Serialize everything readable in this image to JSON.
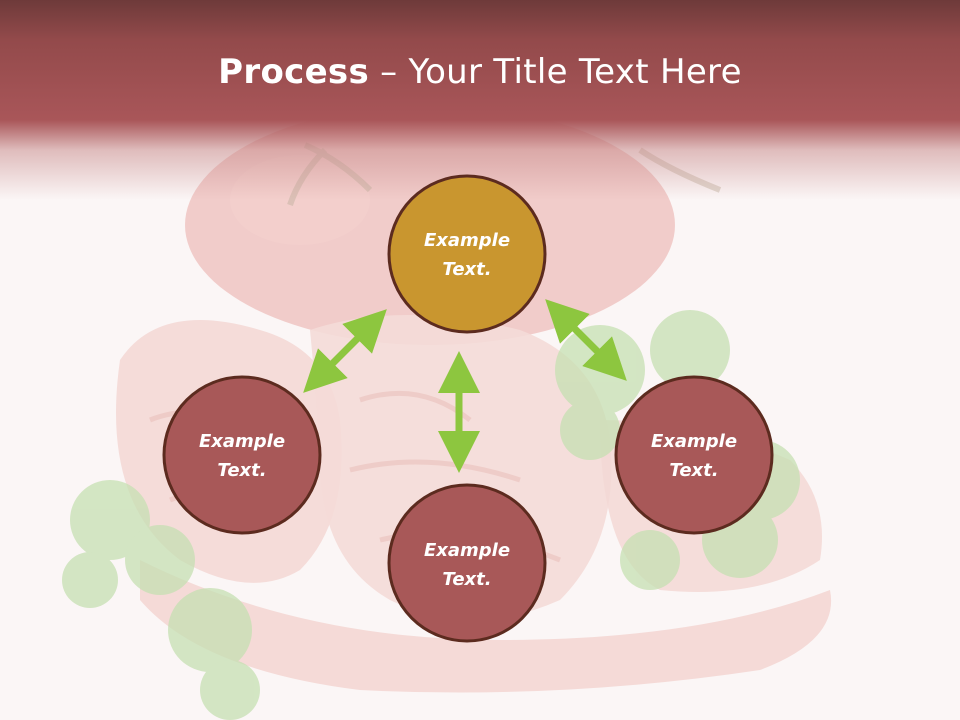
{
  "slide": {
    "title_bold": "Process",
    "title_separator": " – ",
    "title_rest": "Your Title Text Here"
  },
  "diagram": {
    "nodes": [
      {
        "id": "top",
        "line1": "Example",
        "line2": "Text."
      },
      {
        "id": "left",
        "line1": "Example",
        "line2": "Text."
      },
      {
        "id": "right",
        "line1": "Example",
        "line2": "Text."
      },
      {
        "id": "bottom",
        "line1": "Example",
        "line2": "Text."
      }
    ],
    "colors": {
      "center_node_fill": "#c9962f",
      "node_fill": "#a85858",
      "node_stroke": "#5c2b1f",
      "arrow": "#8dc63f"
    }
  }
}
